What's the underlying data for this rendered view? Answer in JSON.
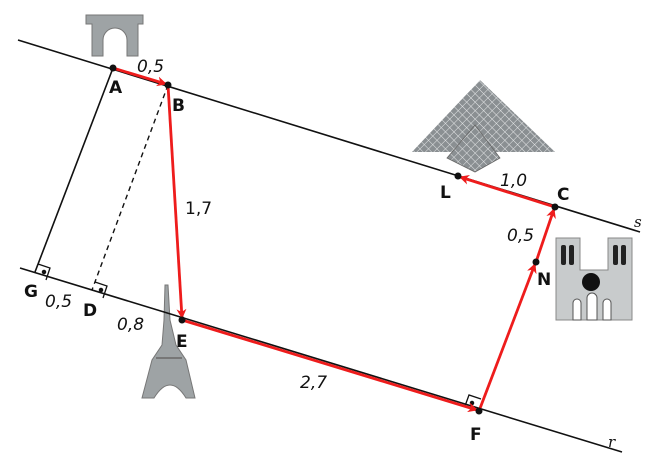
{
  "colors": {
    "path": "#ee1c1c",
    "line": "#111111",
    "landmark": "#9ea3a5"
  },
  "lines": {
    "s": "s",
    "r": "r"
  },
  "points": {
    "A": "A",
    "B": "B",
    "C": "C",
    "L": "L",
    "N": "N",
    "G": "G",
    "D": "D",
    "E": "E",
    "F": "F"
  },
  "lengths": {
    "AB": "0,5",
    "BE": "1,7",
    "EF": "2,7",
    "FC_NC": "0,5",
    "CL": "1,0",
    "GD": "0,5",
    "DE": "0,8"
  },
  "landmarks": [
    "arc-de-triomphe",
    "louvre-pyramid",
    "notre-dame",
    "eiffel-tower"
  ]
}
